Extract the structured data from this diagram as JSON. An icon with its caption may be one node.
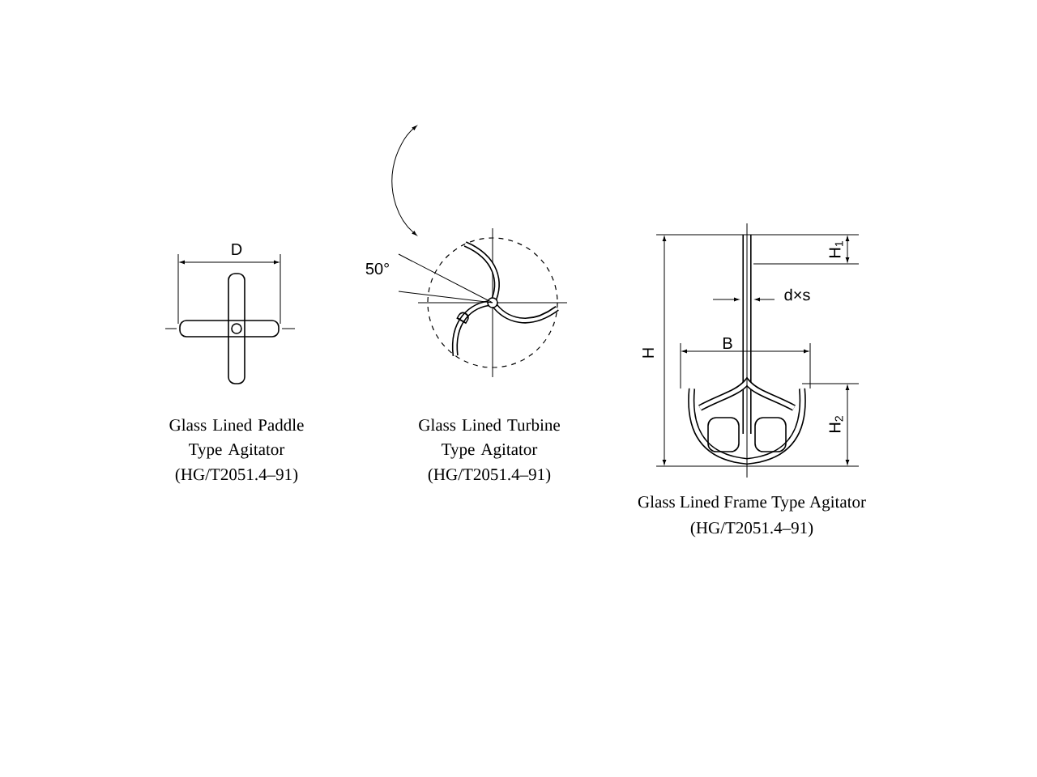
{
  "diagram": {
    "labels": [
      "D",
      "50°",
      "D",
      "H$_{1}$",
      "d×s",
      "B",
      "H",
      "H$_{2}$",
      "Glass Lined Paddle Type Agitator",
      "(HG/T2051.4–91)",
      "Glass Lined Turbine Type Agitator",
      "(HG/T2051.4–91)",
      "Glass Lined Frame Type Agitator",
      "(HG/T2051.4–91)"
    ]
  }
}
